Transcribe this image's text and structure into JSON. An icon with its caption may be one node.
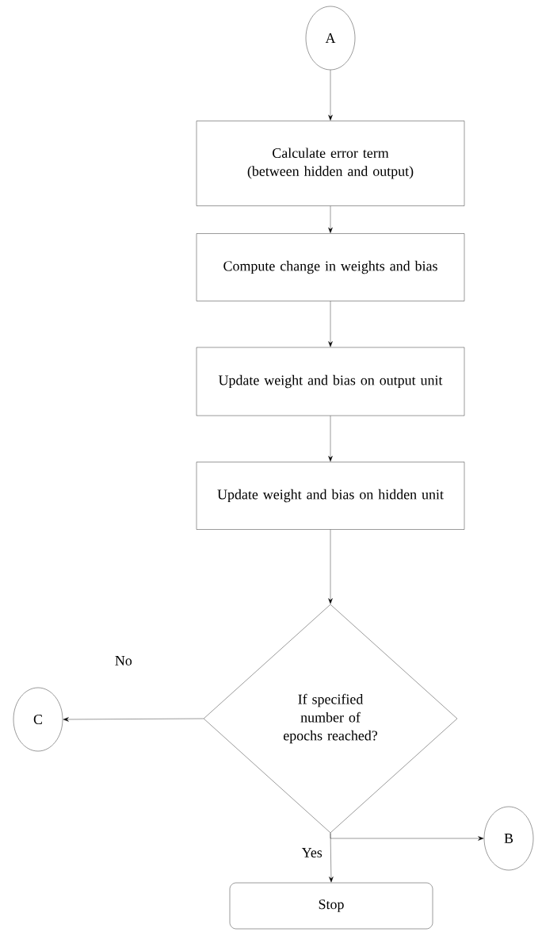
{
  "diagram": {
    "nodes": [
      {
        "text": [
          "A"
        ]
      },
      {
        "text": [
          "Calculate error term (between hidden and output)"
        ]
      },
      {
        "text": [
          "Compute change in weights and bias"
        ]
      },
      {
        "text": [
          "Update weight and bias on output unit"
        ]
      },
      {
        "text": [
          "Update weight and bias on hidden unit"
        ]
      },
      {
        "text": [
          "If specified number of epochs reached?"
        ]
      },
      {
        "text": [
          "C"
        ]
      },
      {
        "text": [
          "B"
        ]
      },
      {
        "text": [
          "Stop"
        ]
      }
    ],
    "edges": [
      {
        "from": 0,
        "to": 1,
        "arrow": "to"
      },
      {
        "from": 1,
        "to": 2,
        "arrow": "to"
      },
      {
        "from": 2,
        "to": 3,
        "arrow": "to"
      },
      {
        "from": 3,
        "to": 4,
        "arrow": "to"
      },
      {
        "from": 4,
        "to": 5,
        "arrow": "to"
      },
      {
        "from": 5,
        "to": 6,
        "arrow": "to",
        "label": "No"
      },
      {
        "from": 5,
        "to": 8,
        "arrow": "to",
        "label": "Yes"
      },
      {
        "from": 5,
        "to": 7,
        "arrow": "to"
      }
    ]
  }
}
